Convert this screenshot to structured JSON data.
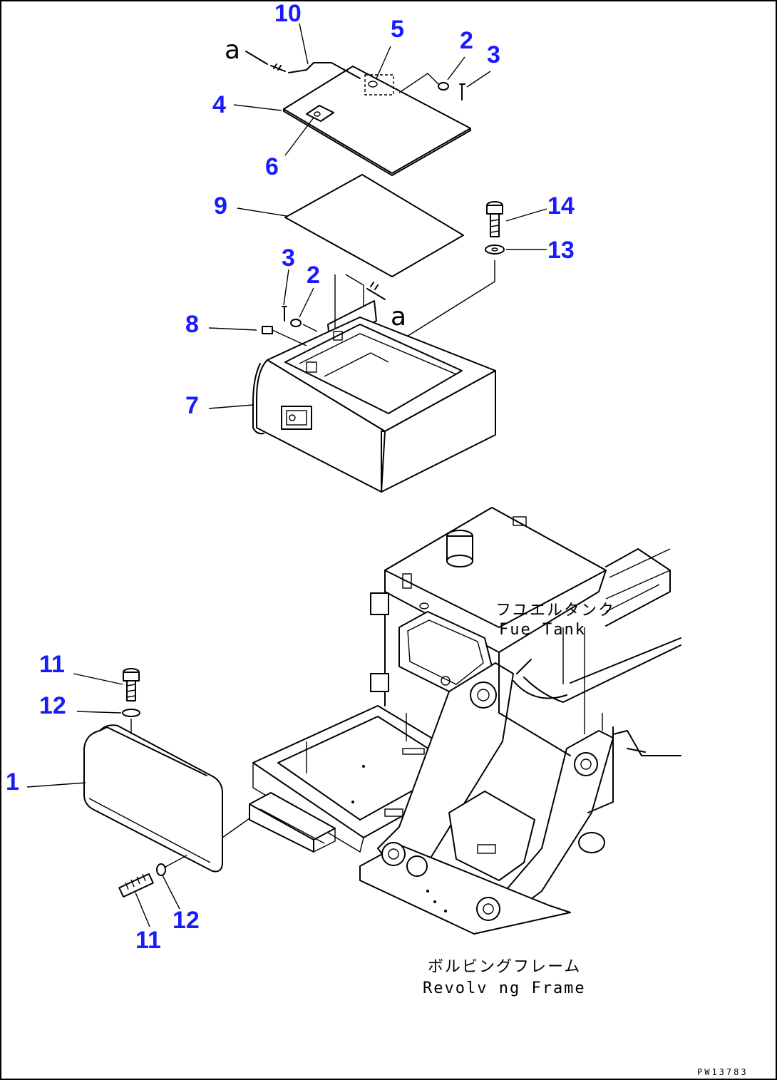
{
  "callout_color": "#1a1aff",
  "callouts": [
    {
      "id": "10",
      "label": "10"
    },
    {
      "id": "5",
      "label": "5"
    },
    {
      "id": "2a",
      "label": "2"
    },
    {
      "id": "3a",
      "label": "3"
    },
    {
      "id": "4",
      "label": "4"
    },
    {
      "id": "6",
      "label": "6"
    },
    {
      "id": "9",
      "label": "9"
    },
    {
      "id": "14",
      "label": "14"
    },
    {
      "id": "13",
      "label": "13"
    },
    {
      "id": "3b",
      "label": "3"
    },
    {
      "id": "2b",
      "label": "2"
    },
    {
      "id": "8",
      "label": "8"
    },
    {
      "id": "7",
      "label": "7"
    },
    {
      "id": "11a",
      "label": "11"
    },
    {
      "id": "12a",
      "label": "12"
    },
    {
      "id": "1",
      "label": "1"
    },
    {
      "id": "12b",
      "label": "12"
    },
    {
      "id": "11b",
      "label": "11"
    }
  ],
  "markers": {
    "a_top": "a",
    "a_mid": "a"
  },
  "labels": {
    "fuel_tank_jp": "フユエルタンク",
    "fuel_tank_en": "Fue  Tank",
    "frame_jp": "ボルビングフレーム",
    "frame_en": "Revolv ng Frame",
    "drawing_code": "PW13783"
  }
}
